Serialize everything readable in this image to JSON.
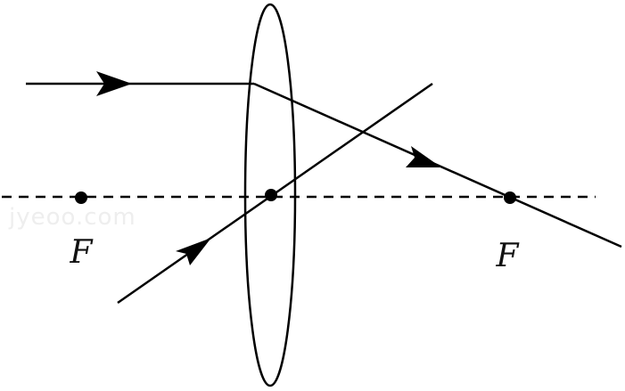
{
  "diagram": {
    "focal_left_label": "F",
    "focal_right_label": "F",
    "watermark_text": "jyeoo.com"
  },
  "colors": {
    "stroke": "#000000",
    "axis": "#000000",
    "watermark": "#eeeeee"
  }
}
